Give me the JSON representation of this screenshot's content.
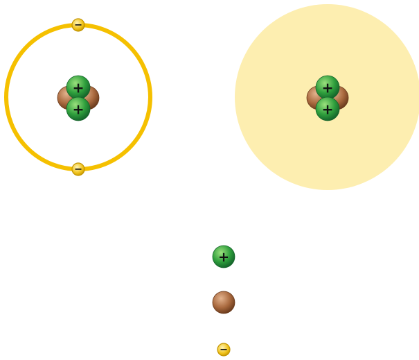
{
  "diagram": {
    "atoms": [
      {
        "model": "orbit",
        "nucleus": {
          "protons": 2,
          "neutrons": 2
        },
        "electrons": 2
      },
      {
        "model": "cloud",
        "nucleus": {
          "protons": 2,
          "neutrons": 2
        },
        "electrons": 0
      }
    ],
    "legend": [
      {
        "particle": "proton",
        "symbol": "+"
      },
      {
        "particle": "neutron",
        "symbol": ""
      },
      {
        "particle": "electron",
        "symbol": "−"
      }
    ]
  },
  "colors": {
    "proton": "#2e9e3c",
    "proton_light": "#9be07d",
    "proton_dark": "#14632a",
    "neutron": "#a9693e",
    "neutron_light": "#e3b38e",
    "neutron_dark": "#6a3a1c",
    "electron": "#f0c21a",
    "electron_light": "#fff4b8",
    "electron_dark": "#c29400",
    "orbit": "#f5c000",
    "cloud": "#fdeeb0",
    "sign": "#111111"
  }
}
